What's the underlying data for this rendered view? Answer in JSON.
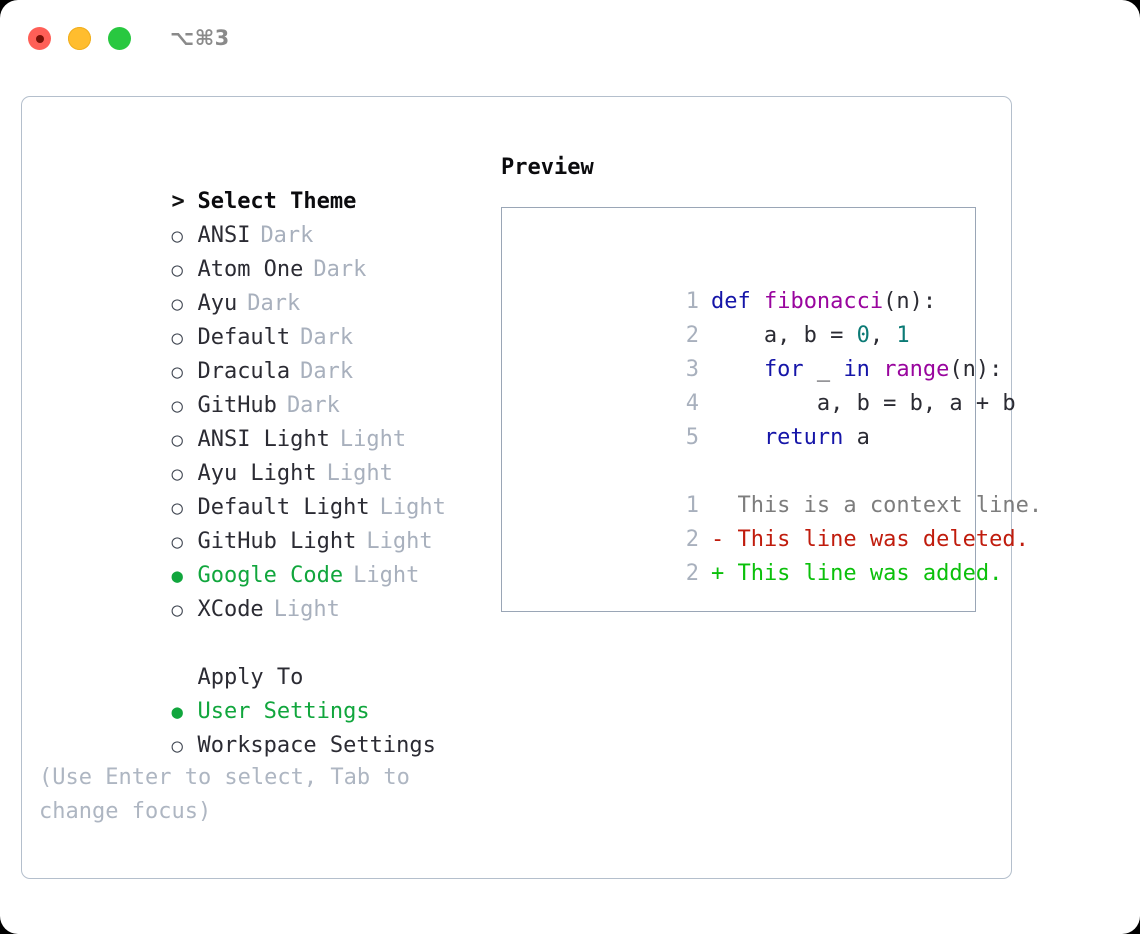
{
  "window": {
    "shortcut": "⌥⌘3",
    "traffic_lights": [
      {
        "name": "close",
        "color": "#ff5f57"
      },
      {
        "name": "minimize",
        "color": "#ffbd2e"
      },
      {
        "name": "maximize",
        "color": "#28c840"
      }
    ]
  },
  "colors": {
    "accent_selected": "#11a63d",
    "muted_label": "#a8b0bd",
    "text": "#2b2b33",
    "panel_border": "#b4bfcc",
    "preview_border": "#9aa6b6",
    "kw": "#1515a8",
    "fn": "#99059e",
    "num": "#0b7a75",
    "diff_context": "#7d7d7d",
    "diff_deleted": "#c01c0d",
    "diff_added": "#0bc00b"
  },
  "theme_picker": {
    "header": "Select Theme",
    "header_marker": ">",
    "marker_off": "○",
    "marker_on": "●",
    "items": [
      {
        "name": "ANSI",
        "tag": "Dark",
        "selected": false
      },
      {
        "name": "Atom One",
        "tag": "Dark",
        "selected": false
      },
      {
        "name": "Ayu",
        "tag": "Dark",
        "selected": false
      },
      {
        "name": "Default",
        "tag": "Dark",
        "selected": false
      },
      {
        "name": "Dracula",
        "tag": "Dark",
        "selected": false
      },
      {
        "name": "GitHub",
        "tag": "Dark",
        "selected": false
      },
      {
        "name": "ANSI Light",
        "tag": "Light",
        "selected": false
      },
      {
        "name": "Ayu Light",
        "tag": "Light",
        "selected": false
      },
      {
        "name": "Default Light",
        "tag": "Light",
        "selected": false
      },
      {
        "name": "GitHub Light",
        "tag": "Light",
        "selected": false
      },
      {
        "name": "Google Code",
        "tag": "Light",
        "selected": true
      },
      {
        "name": "XCode",
        "tag": "Light",
        "selected": false
      }
    ]
  },
  "apply_to": {
    "header": "Apply To",
    "items": [
      {
        "name": "User Settings",
        "selected": true
      },
      {
        "name": "Workspace Settings",
        "selected": false
      }
    ]
  },
  "hint": "(Use Enter to select, Tab to change focus)",
  "preview": {
    "title": "Preview",
    "code": [
      {
        "ln": "1",
        "tokens": [
          {
            "t": "def",
            "c": "kw"
          },
          {
            "t": " ",
            "c": "pl"
          },
          {
            "t": "fibonacci",
            "c": "fn"
          },
          {
            "t": "(n):",
            "c": "pl"
          }
        ]
      },
      {
        "ln": "2",
        "tokens": [
          {
            "t": "    a, b = ",
            "c": "pl"
          },
          {
            "t": "0",
            "c": "num"
          },
          {
            "t": ", ",
            "c": "pl"
          },
          {
            "t": "1",
            "c": "num"
          }
        ]
      },
      {
        "ln": "3",
        "tokens": [
          {
            "t": "    ",
            "c": "pl"
          },
          {
            "t": "for",
            "c": "kw"
          },
          {
            "t": " _ ",
            "c": "pl"
          },
          {
            "t": "in",
            "c": "kw"
          },
          {
            "t": " ",
            "c": "pl"
          },
          {
            "t": "range",
            "c": "fn"
          },
          {
            "t": "(n):",
            "c": "pl"
          }
        ]
      },
      {
        "ln": "4",
        "tokens": [
          {
            "t": "        a, b = b, a + b",
            "c": "pl"
          }
        ]
      },
      {
        "ln": "5",
        "tokens": [
          {
            "t": "    ",
            "c": "pl"
          },
          {
            "t": "return",
            "c": "kw"
          },
          {
            "t": " a",
            "c": "pl"
          }
        ]
      }
    ],
    "diff": [
      {
        "ln": "1",
        "sign": " ",
        "text": " This is a context line.",
        "kind": "ctx"
      },
      {
        "ln": "2",
        "sign": "-",
        "text": " This line was deleted.",
        "kind": "del"
      },
      {
        "ln": "2",
        "sign": "+",
        "text": " This line was added.",
        "kind": "add"
      }
    ]
  }
}
